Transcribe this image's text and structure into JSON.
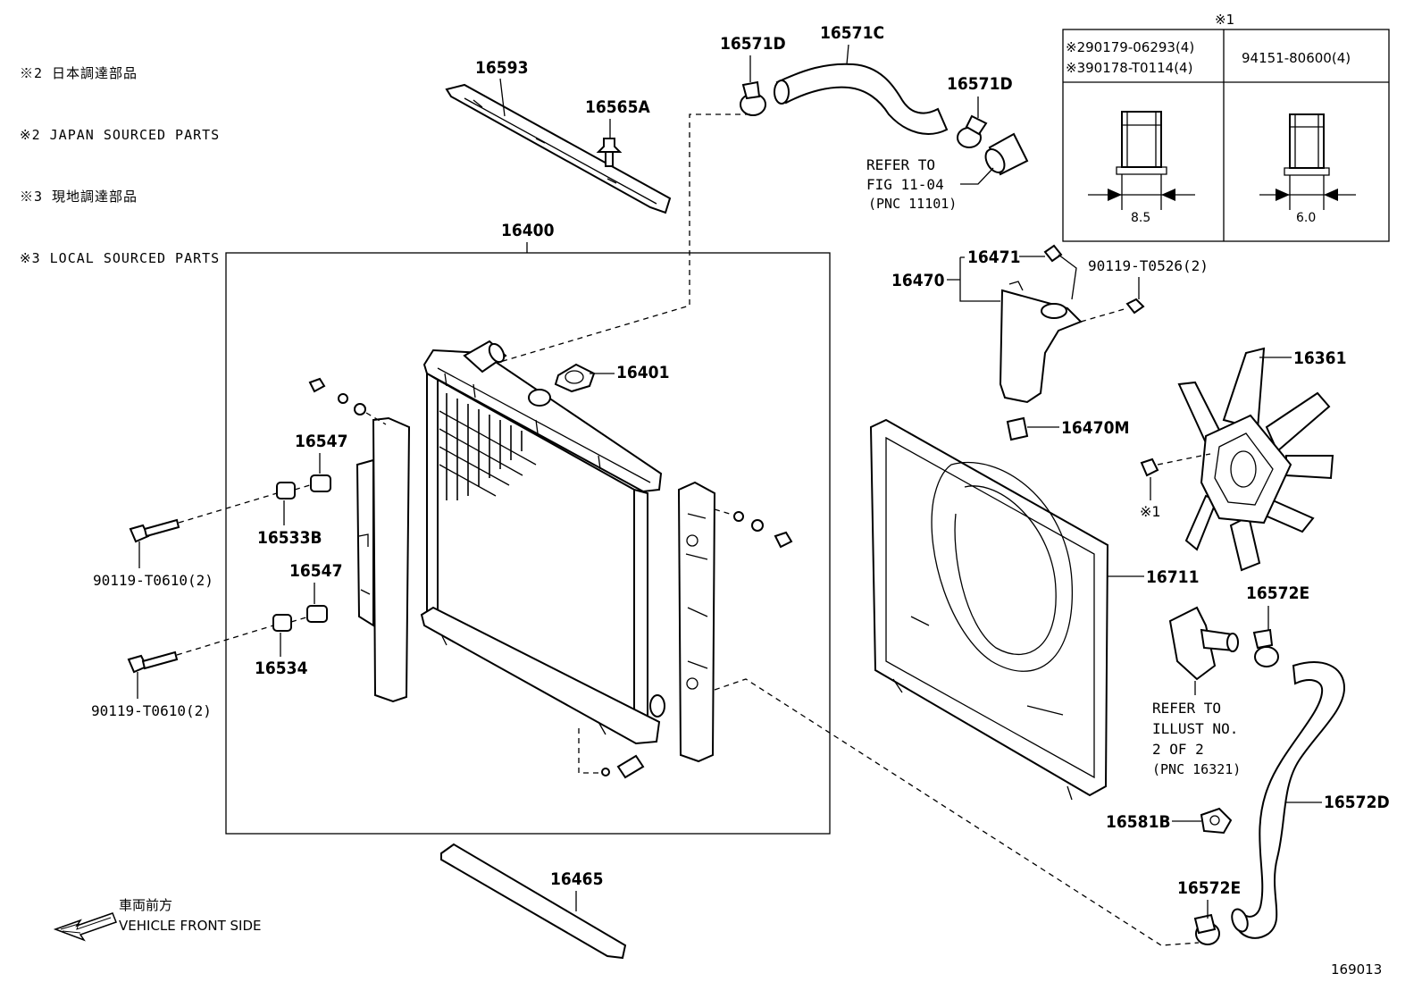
{
  "notes": {
    "line1": "※2 日本調達部品",
    "line2": "※2 JAPAN SOURCED PARTS",
    "line3": "※3 現地調達部品",
    "line4": "※3 LOCAL SOURCED PARTS"
  },
  "table": {
    "marker": "※1",
    "left_line1": "※290179-06293(4)",
    "left_line2": "※390178-T0114(4)",
    "right_header": "94151-80600(4)",
    "left_dim": "8.5",
    "right_dim": "6.0"
  },
  "labels": {
    "p16593": "16593",
    "p16565A": "16565A",
    "p16571D_top": "16571D",
    "p16571C": "16571C",
    "p16571D_right": "16571D",
    "p16400": "16400",
    "p16401": "16401",
    "p16470": "16470",
    "p16471": "16471",
    "p90119_T0526": "90119-T0526(2)",
    "p16470M": "16470M",
    "p16361": "16361",
    "p_mark1": "※1",
    "p16711": "16711",
    "p16572E_top": "16572E",
    "p16572D": "16572D",
    "p16581B": "16581B",
    "p16572E_bottom": "16572E",
    "p16547_top": "16547",
    "p16533B": "16533B",
    "p16547_bottom": "16547",
    "p16534": "16534",
    "p90119_T0610_top": "90119-T0610(2)",
    "p90119_T0610_bottom": "90119-T0610(2)",
    "p16465": "16465"
  },
  "refs": {
    "fig_line1": "REFER TO",
    "fig_line2": "FIG 11-04",
    "fig_line3": "(PNC 11101)",
    "illust_line1": "REFER TO",
    "illust_line2": "ILLUST NO.",
    "illust_line3": "2 OF 2",
    "illust_line4": "(PNC 16321)"
  },
  "direction": {
    "jp": "車両前方",
    "en": "VEHICLE FRONT SIDE"
  },
  "figure_number": "169013"
}
